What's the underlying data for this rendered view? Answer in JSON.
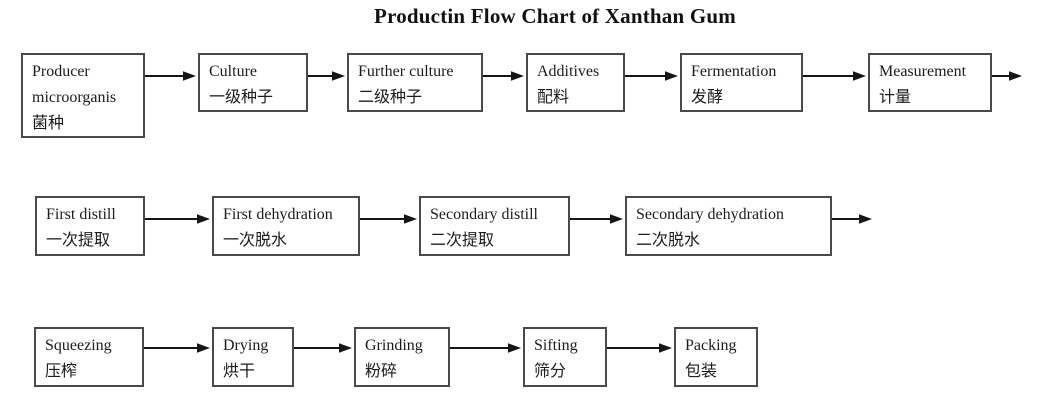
{
  "title": "Productin Flow Chart of Xanthan Gum",
  "colors": {
    "box_border": "#4a4a4a",
    "arrow": "#161616",
    "text": "#1c1c1c",
    "background": "#ffffff"
  },
  "diagram": {
    "type": "flowchart",
    "direction": "left-to-right",
    "rows": [
      {
        "continues_right": true,
        "boxes": [
          {
            "en": "Producer microorganis",
            "zh": "菌种"
          },
          {
            "en": "Culture",
            "zh": "一级种子"
          },
          {
            "en": "Further culture",
            "zh": "二级种子"
          },
          {
            "en": "Additives",
            "zh": "配料"
          },
          {
            "en": "Fermentation",
            "zh": "发酵"
          },
          {
            "en": "Measurement",
            "zh": "计量"
          }
        ]
      },
      {
        "continues_right": true,
        "boxes": [
          {
            "en": "First distill",
            "zh": "一次提取"
          },
          {
            "en": "First dehydration",
            "zh": "一次脱水"
          },
          {
            "en": "Secondary distill",
            "zh": "二次提取"
          },
          {
            "en": "Secondary dehydration",
            "zh": "二次脱水"
          }
        ]
      },
      {
        "continues_right": false,
        "boxes": [
          {
            "en": "Squeezing",
            "zh": "压榨"
          },
          {
            "en": "Drying",
            "zh": "烘干"
          },
          {
            "en": "Grinding",
            "zh": "粉碎"
          },
          {
            "en": "Sifting",
            "zh": "筛分"
          },
          {
            "en": "Packing",
            "zh": "包装"
          }
        ]
      }
    ]
  }
}
